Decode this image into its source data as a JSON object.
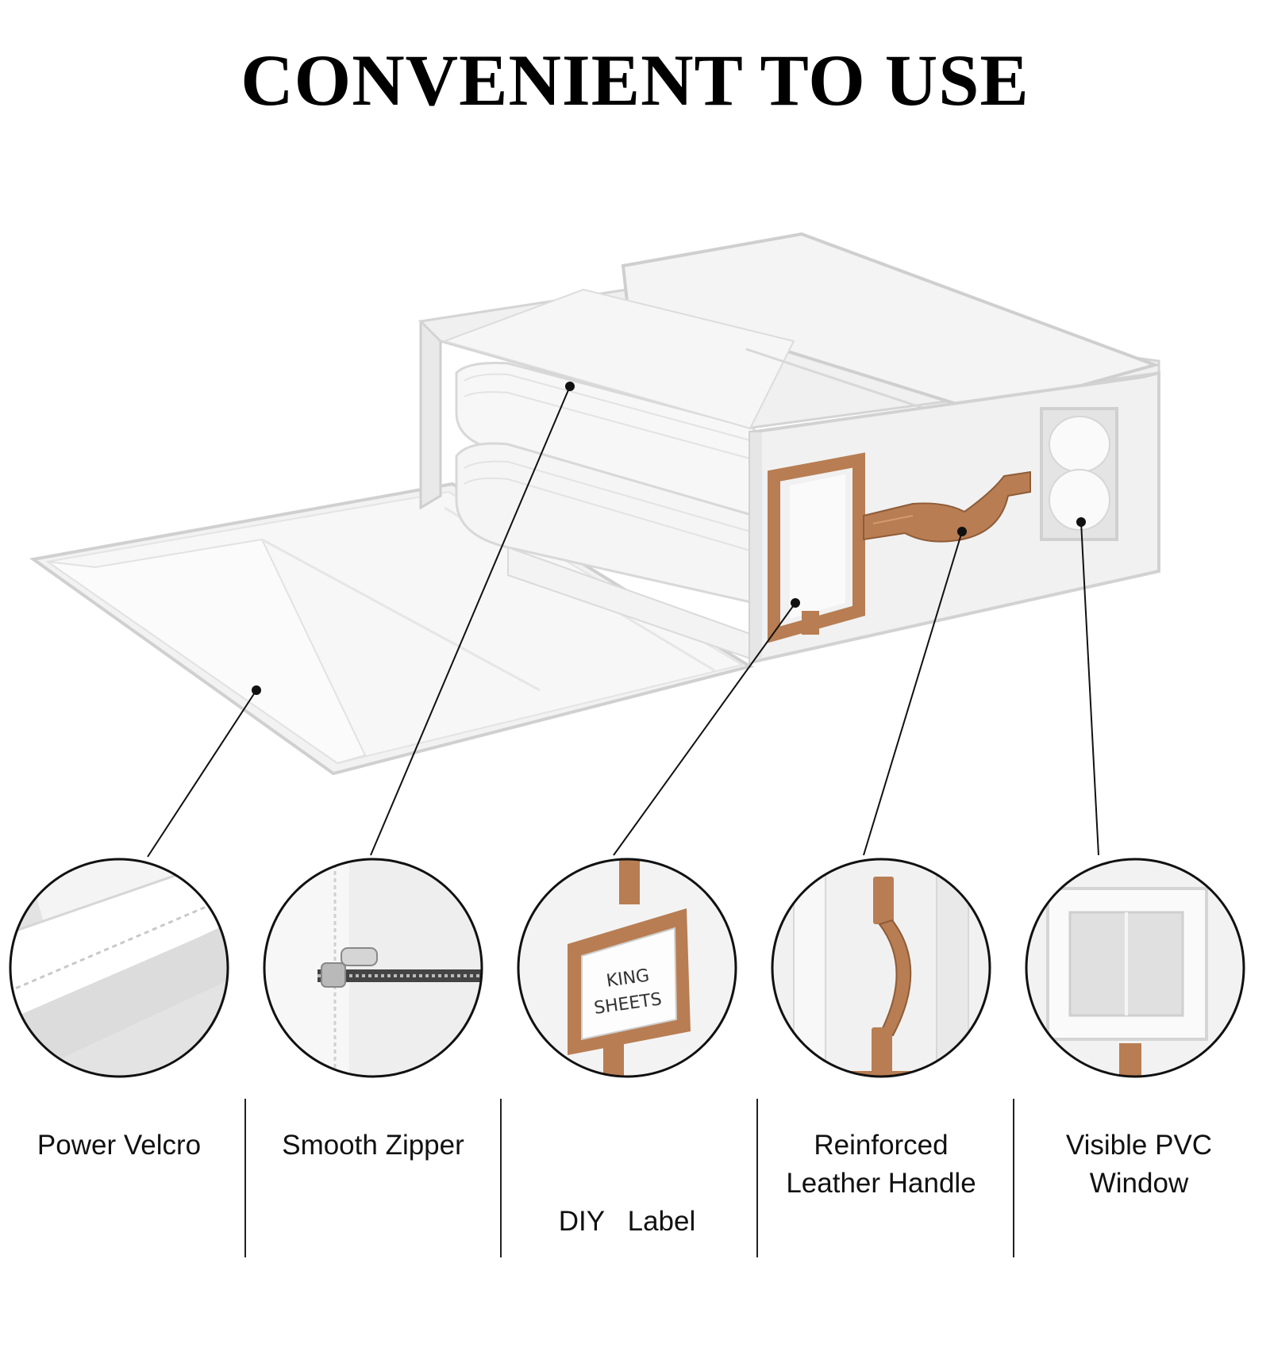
{
  "title": "CONVENIENT TO USE",
  "colors": {
    "fabric": "#f3f3f3",
    "fabric_edge": "#d6d6d6",
    "leather": "#b87d52",
    "line": "#111111"
  },
  "label_card": {
    "line1": "KING",
    "line2": "SHEETS"
  },
  "features": [
    {
      "line1": "Power Velcro",
      "line2": ""
    },
    {
      "line1": "Smooth Zipper",
      "line2": ""
    },
    {
      "line1": "DIY   Label",
      "line2": ""
    },
    {
      "line1": "Reinforced",
      "line2": "Leather Handle"
    },
    {
      "line1": "Visible PVC",
      "line2": "Window"
    }
  ]
}
